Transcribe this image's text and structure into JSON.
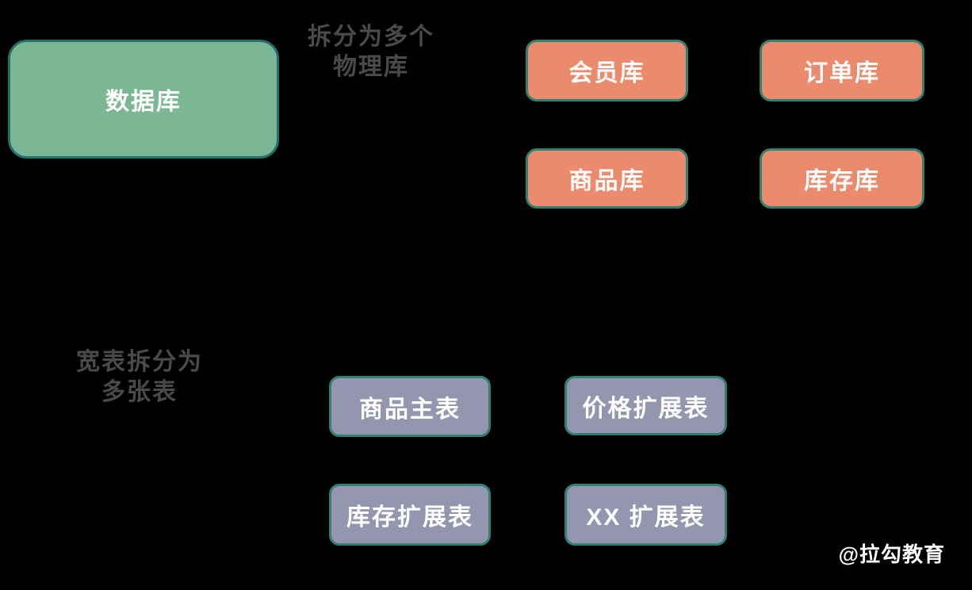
{
  "canvas": {
    "background": "#000000"
  },
  "colors": {
    "database_fill": "#7CB795",
    "database_border": "#23706B",
    "physical_db_fill": "#EB8A6C",
    "table_fill": "#9496AF",
    "node_border": "#2F8173",
    "annotation_text": "#4A4A4A",
    "node_text": "#FFFFFF"
  },
  "diagram": {
    "database_node": {
      "label": "数据库"
    },
    "db_split_annotation": {
      "line1": "拆分为多个",
      "line2": "物理库"
    },
    "physical_db_nodes": [
      {
        "label": "会员库"
      },
      {
        "label": "订单库"
      },
      {
        "label": "商品库"
      },
      {
        "label": "库存库"
      }
    ],
    "table_split_annotation": {
      "line1": "宽表拆分为",
      "line2": "多张表"
    },
    "table_nodes": [
      {
        "label": "商品主表"
      },
      {
        "label": "价格扩展表"
      },
      {
        "label": "库存扩展表"
      },
      {
        "label": "XX 扩展表"
      }
    ],
    "watermark": {
      "label": "@拉勾教育"
    }
  }
}
